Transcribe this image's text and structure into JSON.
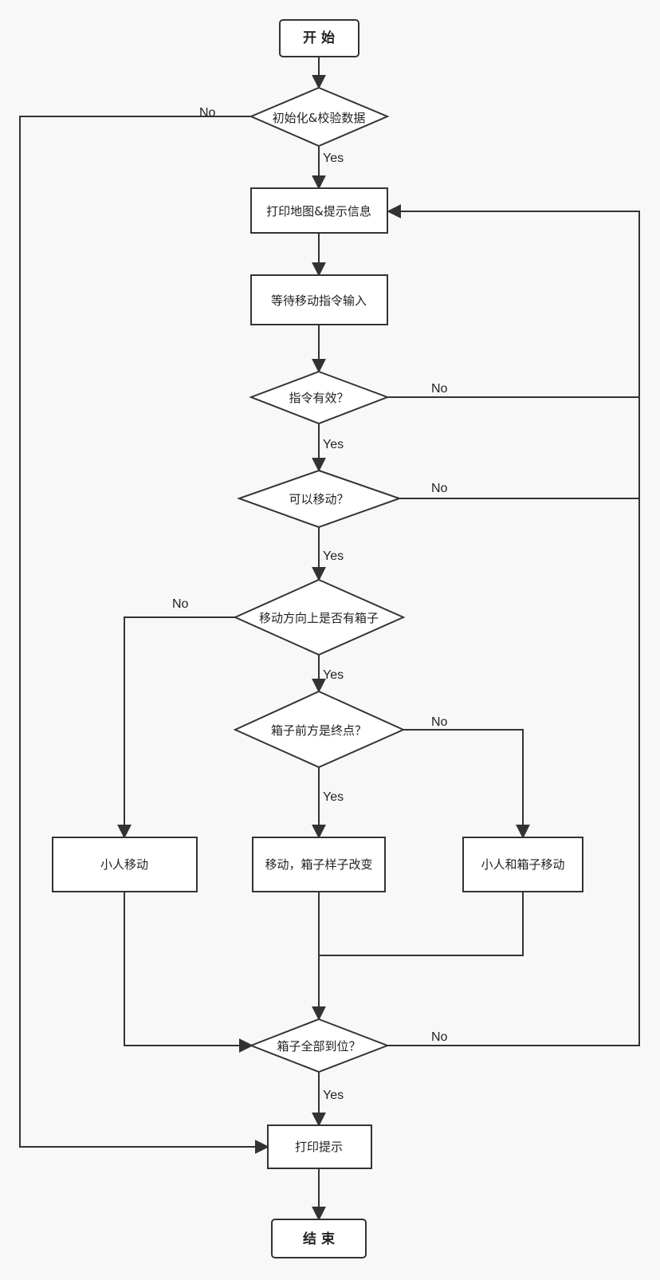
{
  "nodes": {
    "start": "开 始",
    "init": "初始化&校验数据",
    "print_map": "打印地图&提示信息",
    "wait_input": "等待移动指令输入",
    "valid": "指令有效？",
    "can_move": "可以移动？",
    "has_box": "移动方向上是否有箱子",
    "front_end": "箱子前方是终点？",
    "man_move": "小人移动",
    "move_change": "移动，箱子样子改变",
    "man_box_move": "小人和箱子移动",
    "all_in": "箱子全部到位？",
    "print_tip": "打印提示",
    "end": "结 束"
  },
  "labels": {
    "yes": "Yes",
    "no": "No"
  },
  "colors": {
    "stroke": "#333333",
    "fill": "#ffffff",
    "background": "#f8f8f8"
  }
}
